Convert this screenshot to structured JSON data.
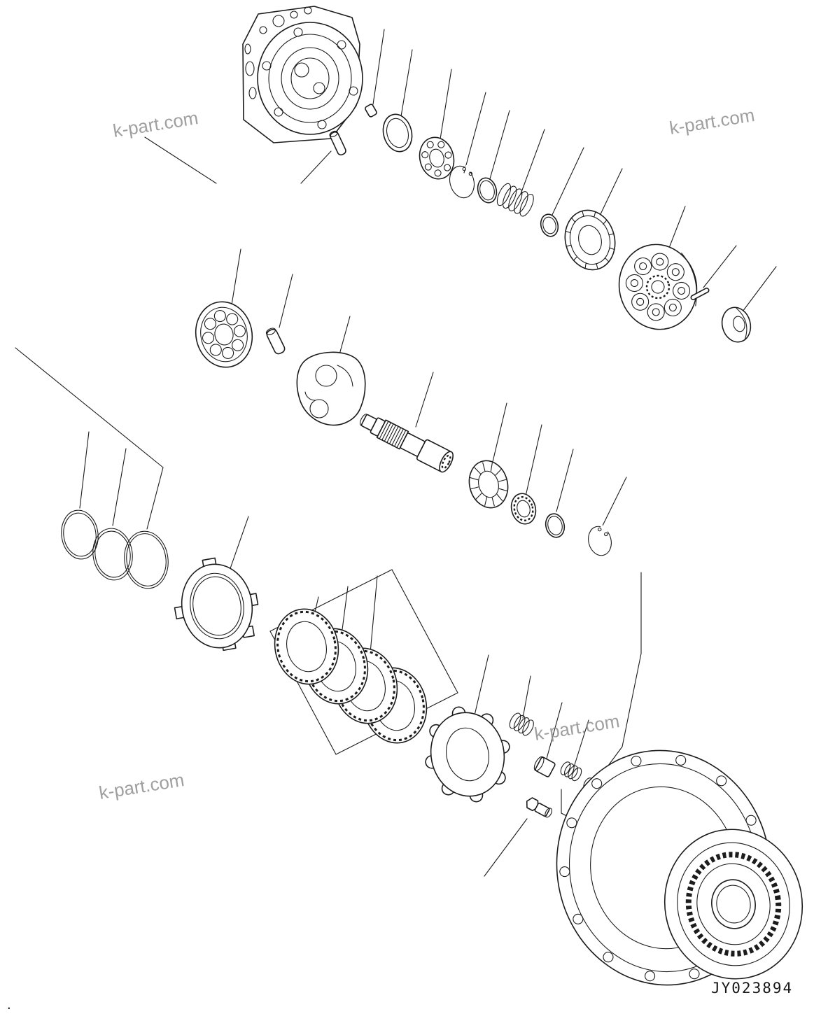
{
  "page": {
    "background": "#ffffff",
    "corner_mark": "."
  },
  "drawing": {
    "number": "JY023894"
  },
  "watermarks": [
    "k-part.com",
    "k-part.com",
    "k-part.com",
    "k-part.com"
  ],
  "diagram": {
    "type": "exploded-parts-diagram",
    "line_color": "#1c1c1c",
    "watermark_color": "#8f8f8f"
  }
}
